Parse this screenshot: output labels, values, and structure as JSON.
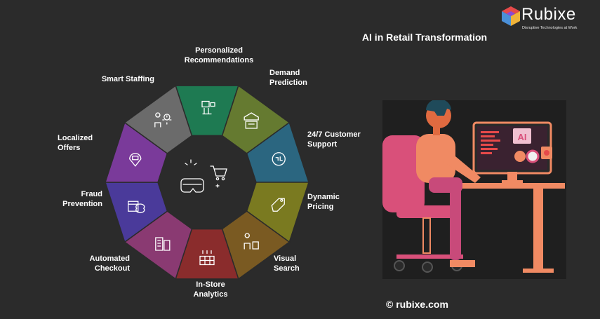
{
  "header": {
    "title": "AI in Retail Transformation",
    "logo_name": "Rubixe",
    "logo_tagline": "Disruptive Technologies at Work"
  },
  "diagram": {
    "segments": [
      {
        "label": "Personalized\nRecommendations",
        "color": "#1e7a52",
        "icon": "customer-recommendation-icon"
      },
      {
        "label": "Demand\nPrediction",
        "color": "#657a30",
        "icon": "warehouse-boxes-icon"
      },
      {
        "label": "24/7 Customer\nSupport",
        "color": "#2b6680",
        "icon": "24-hour-support-icon"
      },
      {
        "label": "Dynamic\nPricing",
        "color": "#7a7a20",
        "icon": "price-tag-icon"
      },
      {
        "label": "Visual\nSearch",
        "color": "#7a5a22",
        "icon": "person-shopping-bag-icon"
      },
      {
        "label": "In-Store\nAnalytics",
        "color": "#8a2c2c",
        "icon": "store-analytics-icon"
      },
      {
        "label": "Automated\nCheckout",
        "color": "#8a3a72",
        "icon": "checkout-register-icon"
      },
      {
        "label": "Fraud\nPrevention",
        "color": "#4a3a9a",
        "icon": "wallet-eye-icon"
      },
      {
        "label": "Localized\nOffers",
        "color": "#7a3a9a",
        "icon": "location-bag-icon"
      },
      {
        "label": "Smart Staffing",
        "color": "#6b6b6b",
        "icon": "staff-gear-icon"
      }
    ],
    "center_icon": "vr-headset-cart-icon"
  },
  "illustration": {
    "screen_text": "AI",
    "description_icon": "person-at-computer-illustration"
  },
  "footer": {
    "copyright": "© rubixe.com"
  },
  "colors": {
    "background": "#2b2b2b",
    "illustration_bg": "#1f1f1f",
    "accent_pink": "#d9507a",
    "accent_orange": "#f08a63"
  }
}
